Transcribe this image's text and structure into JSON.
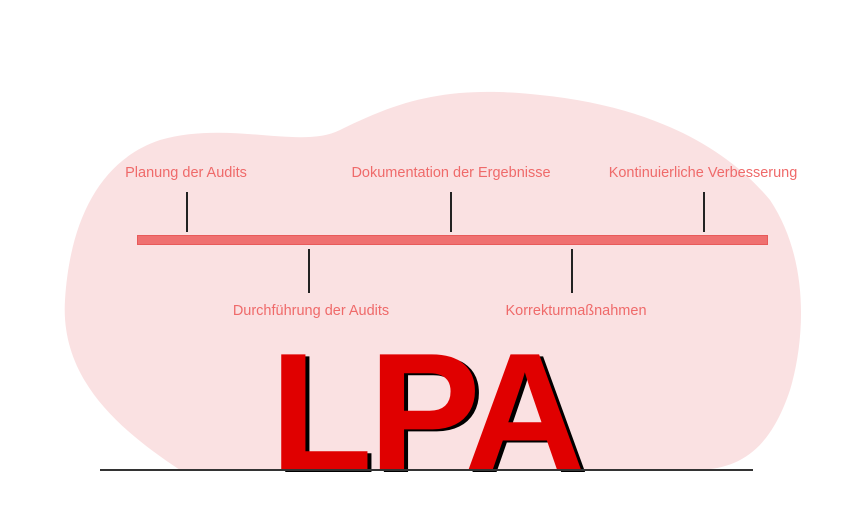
{
  "title": "LPA",
  "colors": {
    "blob": "#fae1e2",
    "bar": "#ef7070",
    "label": "#ef6a6a",
    "title": "#e00000"
  },
  "milestones_top": [
    "Planung der Audits",
    "Dokumentation der Ergebnisse",
    "Kontinuierliche Verbesserung"
  ],
  "milestones_bottom": [
    "Durchführung der Audits",
    "Korrekturmaßnahmen"
  ]
}
